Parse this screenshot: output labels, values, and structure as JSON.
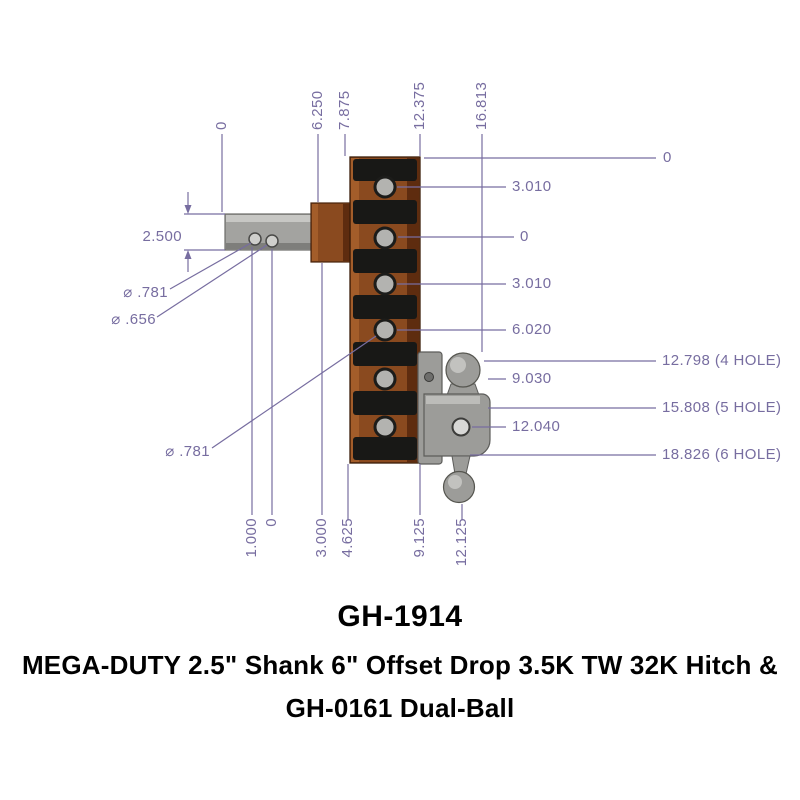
{
  "title": {
    "part_number": "GH-1914",
    "line1": "MEGA-DUTY 2.5\" Shank 6\" Offset Drop 3.5K TW 32K Hitch &",
    "line2": "GH-0161 Dual-Ball"
  },
  "colors": {
    "dimension": "#776da0",
    "channel_brown": "#8a4a1f",
    "rib_black": "#181816",
    "metal_gray": "#9c9c99",
    "background": "#ffffff"
  },
  "dims": {
    "top": [
      "0",
      "6.250",
      "7.875",
      "12.375",
      "16.813"
    ],
    "right": [
      "0",
      "3.010",
      "0",
      "3.010",
      "6.020",
      "12.798 (4 HOLE)",
      "9.030",
      "15.808 (5 HOLE)",
      "12.040",
      "18.826 (6 HOLE)"
    ],
    "left": [
      "2.500",
      "⌀ .781",
      "⌀ .656",
      "⌀ .781"
    ],
    "bottom": [
      "1.000",
      "0",
      "3.000",
      "4.625",
      "9.125",
      "12.125"
    ]
  }
}
